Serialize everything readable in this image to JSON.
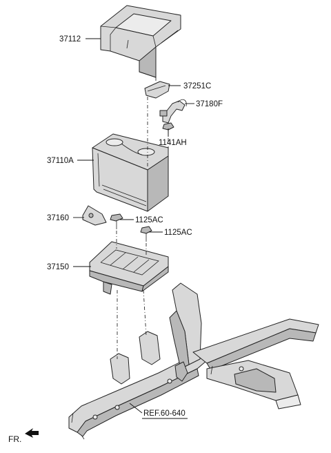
{
  "labels": {
    "tray_cover": "37112",
    "clamp": "37251C",
    "cable": "37180F",
    "bolt_a": "1141AH",
    "battery": "37110A",
    "bracket": "37160",
    "bolt_b1": "1125AC",
    "bolt_b2": "1125AC",
    "tray": "37150",
    "reference": "REF.60-640",
    "front": "FR."
  }
}
